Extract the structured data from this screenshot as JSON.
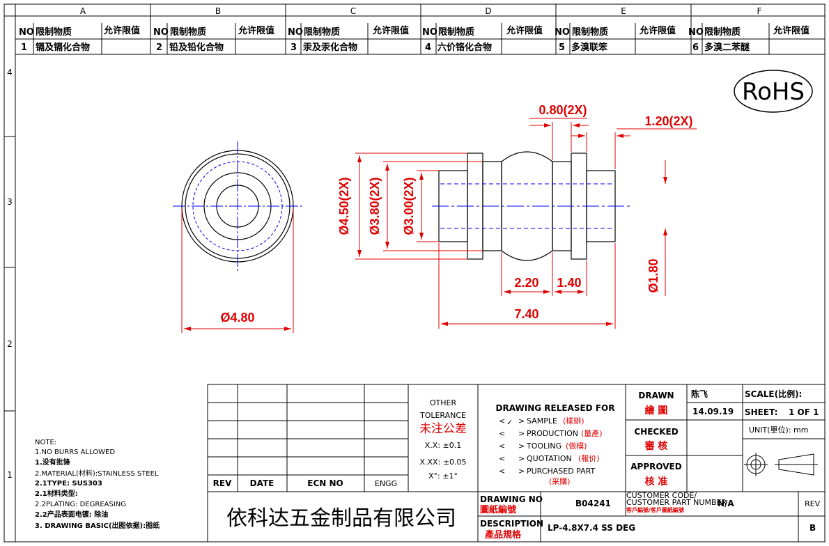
{
  "zones_top": [
    "A",
    "B",
    "C",
    "D",
    "E",
    "F"
  ],
  "zones_side": [
    "4",
    "3",
    "2",
    "1"
  ],
  "restricted": {
    "col_no": "NO",
    "col_substance": "限制物质",
    "col_limit": "允许限值",
    "items": [
      {
        "no": "1",
        "substance": "镉及镉化合物"
      },
      {
        "no": "2",
        "substance": "铅及铅化合物"
      },
      {
        "no": "3",
        "substance": "汞及汞化合物"
      },
      {
        "no": "4",
        "substance": "六价铬化合物"
      },
      {
        "no": "5",
        "substance": "多溴联笨"
      },
      {
        "no": "6",
        "substance": "多溴二苯醚"
      }
    ]
  },
  "rohs": "RoHS",
  "dimensions": {
    "d480": "Ø4.80",
    "d450": "Ø4.50(2X)",
    "d380": "Ø3.80(2X)",
    "d300": "Ø3.00(2X)",
    "d180": "Ø1.80",
    "w080": "0.80(2X)",
    "w120": "1.20(2X)",
    "w220": "2.20",
    "w140": "1.40",
    "w740": "7.40"
  },
  "notes": {
    "title": "NOTE:",
    "lines": [
      "1.NO BURRS ALLOWED",
      "1.没有批锋",
      "2.MATERIAL(材料):STAINLESS STEEL",
      "2.1TYPE: SUS303",
      "2.1材料类型:",
      "2.2PLATING: DEGREASING",
      "2.2产品表面电镀: 除油",
      "3. DRAWING BASIC(出图依据):图纸"
    ]
  },
  "revision_table": {
    "rev": "REV",
    "date": "DATE",
    "ecn": "ECN NO",
    "engg": "ENGG"
  },
  "tolerance": {
    "title1": "OTHER",
    "title2": "TOLERANCE",
    "title_cn": "未注公差",
    "xx": "X.X: ±0.1",
    "xxx": "X.XX: ±0.05",
    "angle": "X°: ±1°"
  },
  "release": {
    "title": "DRAWING RELEASED FOR",
    "check": "✓",
    "items": [
      {
        "en": "SAMPLE",
        "cn": "(樣辦)"
      },
      {
        "en": "PRODUCTION",
        "cn": "(量產)"
      },
      {
        "en": "TOOLING",
        "cn": "(做模)"
      },
      {
        "en": "QUOTATION",
        "cn": "(報价)"
      },
      {
        "en": "PURCHASED PART",
        "cn": "(采購)"
      }
    ]
  },
  "signoff": {
    "drawn": "DRAWN",
    "drawn_cn": "繪 圖",
    "drawn_by": "陈飞",
    "drawn_date": "14.09.19",
    "checked": "CHECKED",
    "checked_cn": "審 核",
    "approved": "APPROVED",
    "approved_cn": "核 准"
  },
  "scale": {
    "scale_label": "SCALE(比例):",
    "sheet_label": "SHEET:",
    "sheet_value": "1 OF 1",
    "unit_label": "UNIT(單位): mm"
  },
  "company": "依科达五金制品有限公司",
  "drawing_no": {
    "label": "DRAWING NO",
    "label_cn": "圖紙編號",
    "value": "B04241"
  },
  "customer": {
    "line1": "CUSTOMER CODE/",
    "line2": "CUSTOMER PART NUMBER",
    "line3": "客戶編號/客戶圖紙編號",
    "value": "N/A"
  },
  "description": {
    "label": "DESCRIPTION",
    "label_cn": "產品規格",
    "value": "LP-4.8X7.4 SS DEG"
  },
  "rev_label": "REV",
  "rev_value": "B"
}
